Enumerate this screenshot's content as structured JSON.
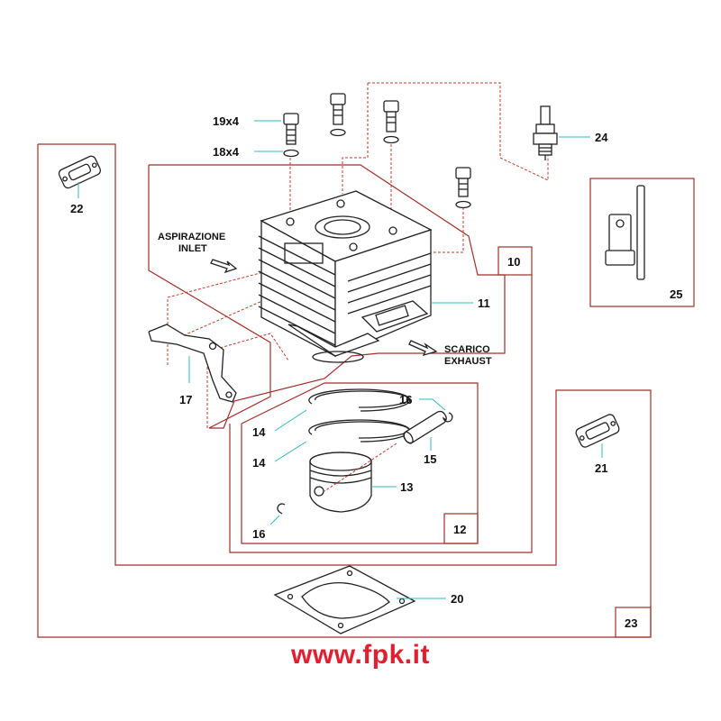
{
  "callouts": {
    "c19": "19x4",
    "c18": "18x4",
    "c24": "24",
    "c22": "22",
    "c10": "10",
    "c25": "25",
    "c11": "11",
    "c17": "17",
    "c14a": "14",
    "c14b": "14",
    "c16a": "16",
    "c16b": "16",
    "c15": "15",
    "c13": "13",
    "c12": "12",
    "c21": "21",
    "c20": "20",
    "c23": "23"
  },
  "annotations": {
    "intake_it": "ASPIRAZIONE",
    "intake_en": "INLET",
    "exhaust_it": "SCARICO",
    "exhaust_en": "EXHAUST"
  },
  "watermark": "www.fpk.it",
  "colors": {
    "frame_lines": "#a0302a",
    "dashed_lines": "#c0392b",
    "leader_lines": "#30b8c0",
    "watermark": "#e02030"
  }
}
